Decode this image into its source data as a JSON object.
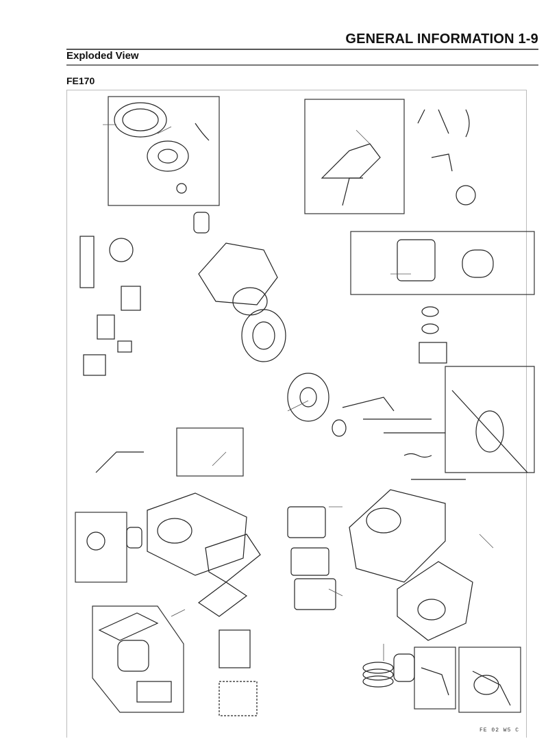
{
  "header": {
    "title": "GENERAL INFORMATION 1-9"
  },
  "section": {
    "title": "Exploded View"
  },
  "figure": {
    "model": "FE170",
    "code": "FE 02   W5 C"
  }
}
